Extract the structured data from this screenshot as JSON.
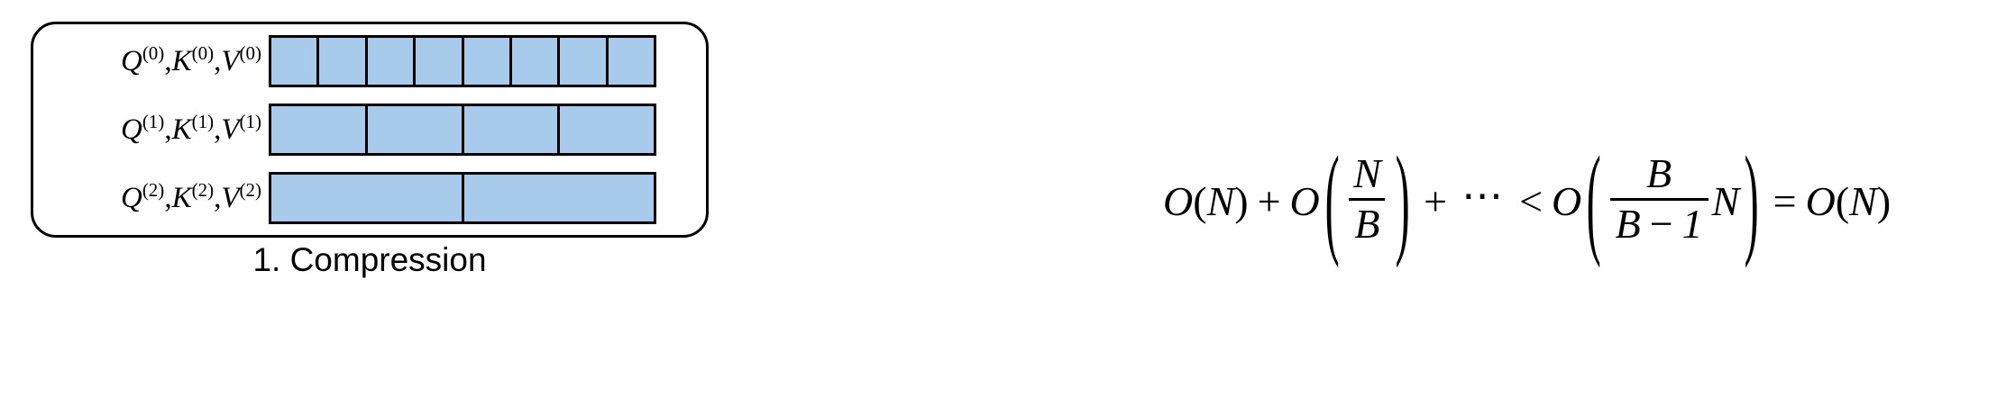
{
  "figure": {
    "title": "Compression complexity figure",
    "colors": {
      "cell_fill": "#a9cbeb",
      "stroke": "#000000",
      "background": "#ffffff"
    }
  },
  "compression": {
    "caption": "1. Compression",
    "rows": [
      {
        "label_parts": {
          "q": "Q",
          "k": "K",
          "v": "V",
          "level": "(0)",
          "sep": ","
        },
        "label_text": "Q(0),K(0),V(0)",
        "cells": 8
      },
      {
        "label_parts": {
          "q": "Q",
          "k": "K",
          "v": "V",
          "level": "(1)",
          "sep": ","
        },
        "label_text": "Q(1),K(1),V(1)",
        "cells": 4
      },
      {
        "label_parts": {
          "q": "Q",
          "k": "K",
          "v": "V",
          "level": "(2)",
          "sep": ","
        },
        "label_text": "Q(2),K(2),V(2)",
        "cells": 2
      }
    ]
  },
  "formula": {
    "text": "O(N) + O(N/B) + ⋯ < O(B/(B−1) N) = O(N)",
    "tokens": {
      "O": "O",
      "lparen": "(",
      "rparen": ")",
      "N": "N",
      "B": "B",
      "one": "1",
      "plus": "+",
      "minus": "−",
      "dots": "⋯",
      "less": "<",
      "equals": "="
    }
  }
}
